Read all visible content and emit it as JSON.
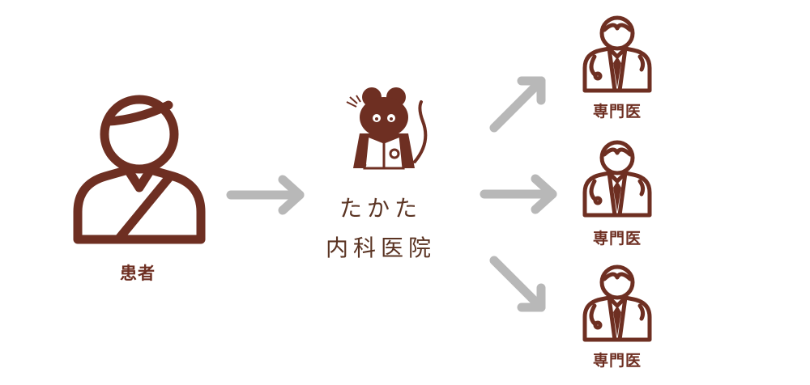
{
  "diagram": {
    "patient": {
      "label": "患者",
      "icon": "patient-icon"
    },
    "clinic": {
      "name_line_1": "たかた",
      "name_line_2": "内科医院",
      "icon": "rat-doctor-mascot-icon"
    },
    "specialists": [
      {
        "label": "専門医",
        "icon": "doctor-icon"
      },
      {
        "label": "専門医",
        "icon": "doctor-icon"
      },
      {
        "label": "専門医",
        "icon": "doctor-icon"
      }
    ],
    "colors": {
      "icon_brown": "#6e2f22",
      "text_brown": "#5a3322",
      "arrow_gray": "#b8b8b8",
      "background": "#ffffff"
    }
  }
}
